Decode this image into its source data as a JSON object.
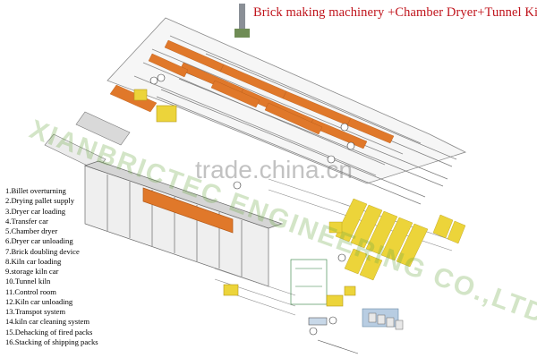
{
  "title": "Brick making machinery +Chamber Dryer+Tunnel Kiln",
  "legend": [
    "1.Billet overturning",
    "2.Drying pallet supply",
    "3.Dryer car loading",
    "4.Transfer car",
    "5.Chamber dryer",
    "6.Dryer car unloading",
    "7.Brick doubling device",
    "8.Kiln car loading",
    "9.storage kiln car",
    "10.Tunnel kiln",
    "11.Control room",
    "12.Kiln car unloading",
    "13.Transpot system",
    "14.kiln car cleaning system",
    "15.Dehacking of fired packs",
    "16.Stacking of shipping packs"
  ],
  "watermarks": {
    "company": "XIANBRICTEC ENGINEERING CO.,LTD",
    "site": "trade.china.cn"
  },
  "colors": {
    "title": "#c0141c",
    "brick_orange": "#e0782a",
    "pallet_yellow": "#ecd43a",
    "line_gray": "#7a7a7a"
  }
}
